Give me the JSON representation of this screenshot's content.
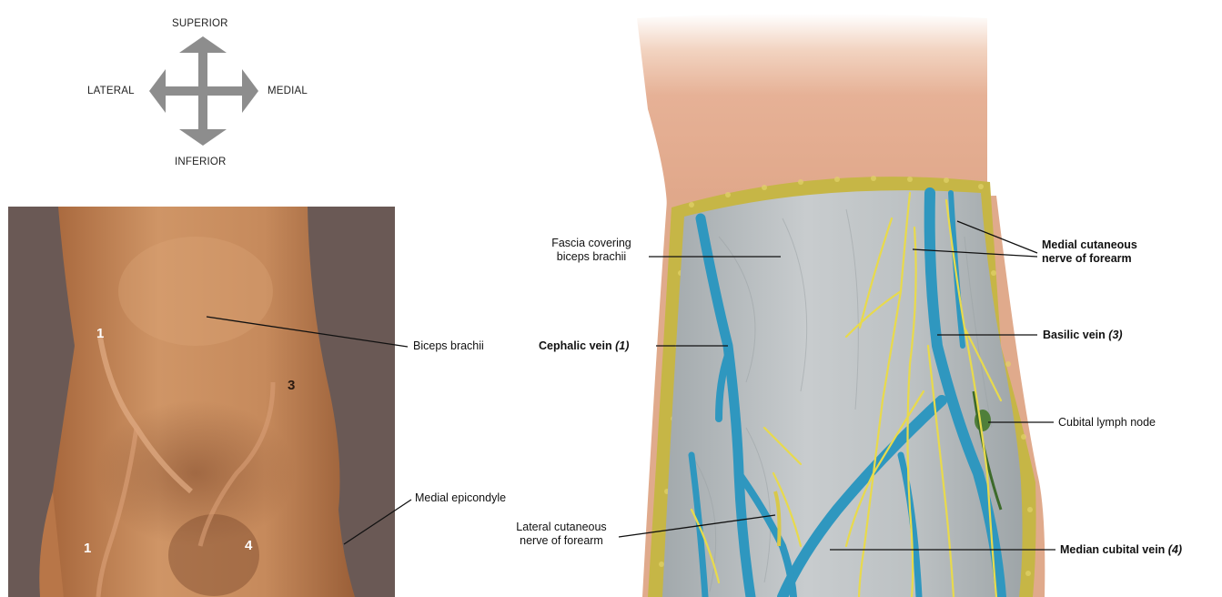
{
  "compass": {
    "superior": "SUPERIOR",
    "inferior": "INFERIOR",
    "lateral": "LATERAL",
    "medial": "MEDIAL"
  },
  "photo": {
    "numbers": [
      "1",
      "3",
      "1",
      "4"
    ],
    "labels": {
      "biceps": "Biceps brachii",
      "medial_epicondyle": "Medial epicondyle"
    }
  },
  "illustration": {
    "labels": {
      "fascia_line1": "Fascia covering",
      "fascia_line2": "biceps brachii",
      "cephalic_name": "Cephalic vein",
      "cephalic_num": "(1)",
      "lateral_nerve_line1": "Lateral cutaneous",
      "lateral_nerve_line2": "nerve of forearm",
      "medial_nerve_line1": "Medial cutaneous",
      "medial_nerve_line2": "nerve of forearm",
      "basilic_name": "Basilic vein",
      "basilic_num": "(3)",
      "lymph": "Cubital lymph node",
      "median_cubital_name": "Median cubital vein",
      "median_cubital_num": "(4)"
    }
  },
  "colors": {
    "vein": "#2f97bf",
    "nerve": "#e6d84a",
    "fat": "#c9b948",
    "skin": "#e8b79a",
    "fascia": "#b7bcbe",
    "photo_bg": "#6b5a55",
    "photo_skin": "#c98b5e",
    "compass": "#8a8a8a"
  }
}
